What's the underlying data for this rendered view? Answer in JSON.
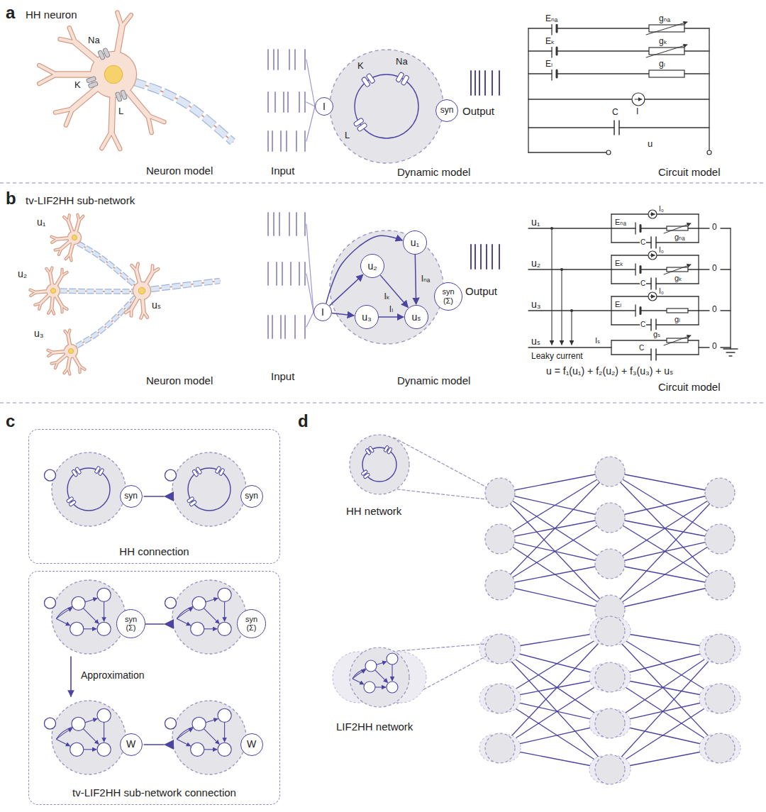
{
  "diagram": {
    "nodes": [
      {
        "text": [
          "I"
        ]
      },
      {
        "text": [
          "syn"
        ]
      },
      {
        "text": [
          "I"
        ]
      },
      {
        "text": [
          "u₂"
        ]
      },
      {
        "text": [
          "u₁"
        ]
      },
      {
        "text": [
          "u₃"
        ]
      },
      {
        "text": [
          "uₛ"
        ]
      },
      {
        "text": [
          "syn (Σ)"
        ]
      },
      {
        "text": [
          "HH connection"
        ]
      },
      {
        "text": [
          "syn"
        ],
        "in": 8
      },
      {
        "text": [
          "syn"
        ],
        "in": 8
      },
      {
        "text": [
          "tv-LIF2HH sub-network connection"
        ]
      },
      {
        "text": [
          "syn (Σ)"
        ],
        "in": 11
      },
      {
        "text": [
          "syn (Σ)"
        ],
        "in": 11
      },
      {
        "text": [
          "W"
        ],
        "in": 11
      },
      {
        "text": [
          "W"
        ],
        "in": 11
      }
    ],
    "edges": [
      {
        "from": 2,
        "to": 4,
        "arrow": "to"
      },
      {
        "from": 2,
        "to": 3,
        "arrow": "to"
      },
      {
        "from": 2,
        "to": 5,
        "arrow": "to"
      },
      {
        "from": 3,
        "to": 6,
        "label": "Iₖ",
        "arrow": "to"
      },
      {
        "from": 4,
        "to": 6,
        "label": "Iₙₐ",
        "arrow": "to"
      },
      {
        "from": 5,
        "to": 6,
        "label": "Iₗ",
        "arrow": "to"
      }
    ],
    "labels": [
      "a",
      "HH neuron",
      "Na",
      "K",
      "L",
      "Neuron model",
      "Input",
      "K",
      "Na",
      "L",
      "Output",
      "Dynamic model",
      "Eₙₐ",
      "gₙₐ",
      "Eₖ",
      "gₖ",
      "Eₗ",
      "gₗ",
      "I",
      "C",
      "u",
      "Circuit model",
      "b",
      "tv-LIF2HH sub-network",
      "u₁",
      "u₂",
      "u₃",
      "uₛ",
      "Neuron model",
      "Input",
      "Output",
      "Dynamic model",
      "u₁",
      "I₀",
      "Eₙₐ",
      "gₙₐ",
      "C",
      "0",
      "u₂",
      "I₀",
      "Eₖ",
      "gₖ",
      "C",
      "0",
      "u₃",
      "I₀",
      "Eₗ",
      "gₗ",
      "C",
      "0",
      "uₛ",
      "Iₛ",
      "gₛ",
      "C",
      "0",
      "Leaky current",
      "u = f₁(u₁) + f₂(u₂) + f₃(u₃) + uₛ",
      "Circuit model",
      "c",
      "Approximation",
      "d",
      "HH network",
      "LIF2HH network"
    ]
  }
}
